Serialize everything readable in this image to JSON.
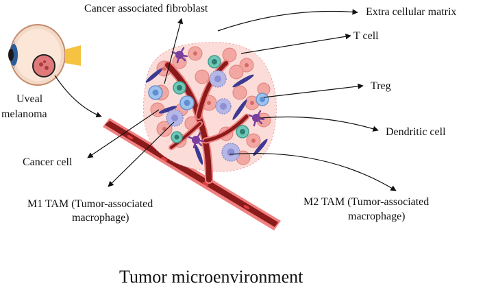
{
  "diagram": {
    "labels": {
      "caf": "Cancer associated fibroblast",
      "ecm": "Extra cellular matrix",
      "tcell": "T cell",
      "treg": "Treg",
      "dendritic": "Dendritic cell",
      "uveal_1": "Uveal",
      "uveal_2": "melanoma",
      "cancer_cell": "Cancer cell",
      "m1_line1": "M1 TAM (Tumor-associated",
      "m1_line2": "macrophage)",
      "m2_line1": "M2 TAM (Tumor-associated",
      "m2_line2": "macrophage)"
    },
    "title": "Tumor microenvironment"
  },
  "colors": {
    "vessel_fill": "#8b1a1a",
    "vessel_edge": "#f08080",
    "cancer_cell": "#f2a7a2",
    "tcell": "#6fc7b7",
    "treg": "#9fc3ef",
    "dendritic": "#7b3f9e",
    "macrophage": "#b5b8e6",
    "fibroblast": "#3c3a93",
    "eye_iris": "#3f7fc5",
    "optic_nerve": "#f5c242"
  }
}
